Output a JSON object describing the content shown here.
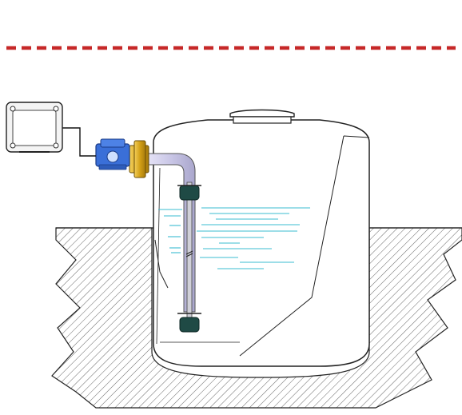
{
  "diagram": {
    "elements": [
      {
        "id": "level-line",
        "kind": "dashed-line"
      },
      {
        "id": "control-box",
        "kind": "enclosure"
      },
      {
        "id": "sensor-cable",
        "kind": "cable"
      },
      {
        "id": "blue-valve",
        "kind": "fitting"
      },
      {
        "id": "brass-fitting",
        "kind": "fitting"
      },
      {
        "id": "elbow-pipe",
        "kind": "pipe"
      },
      {
        "id": "float-rod",
        "kind": "level-sensor"
      },
      {
        "id": "tank",
        "kind": "underground-tank"
      },
      {
        "id": "water-surface",
        "kind": "liquid"
      },
      {
        "id": "ground",
        "kind": "soil"
      }
    ]
  },
  "colors": {
    "dash": "#c62828",
    "valve": "#3a6fd8",
    "brass": "#d4a017",
    "pipe": "#c9c6e6",
    "float": "#1f4a45",
    "water": "#3bbcd0",
    "outline": "#222222"
  }
}
